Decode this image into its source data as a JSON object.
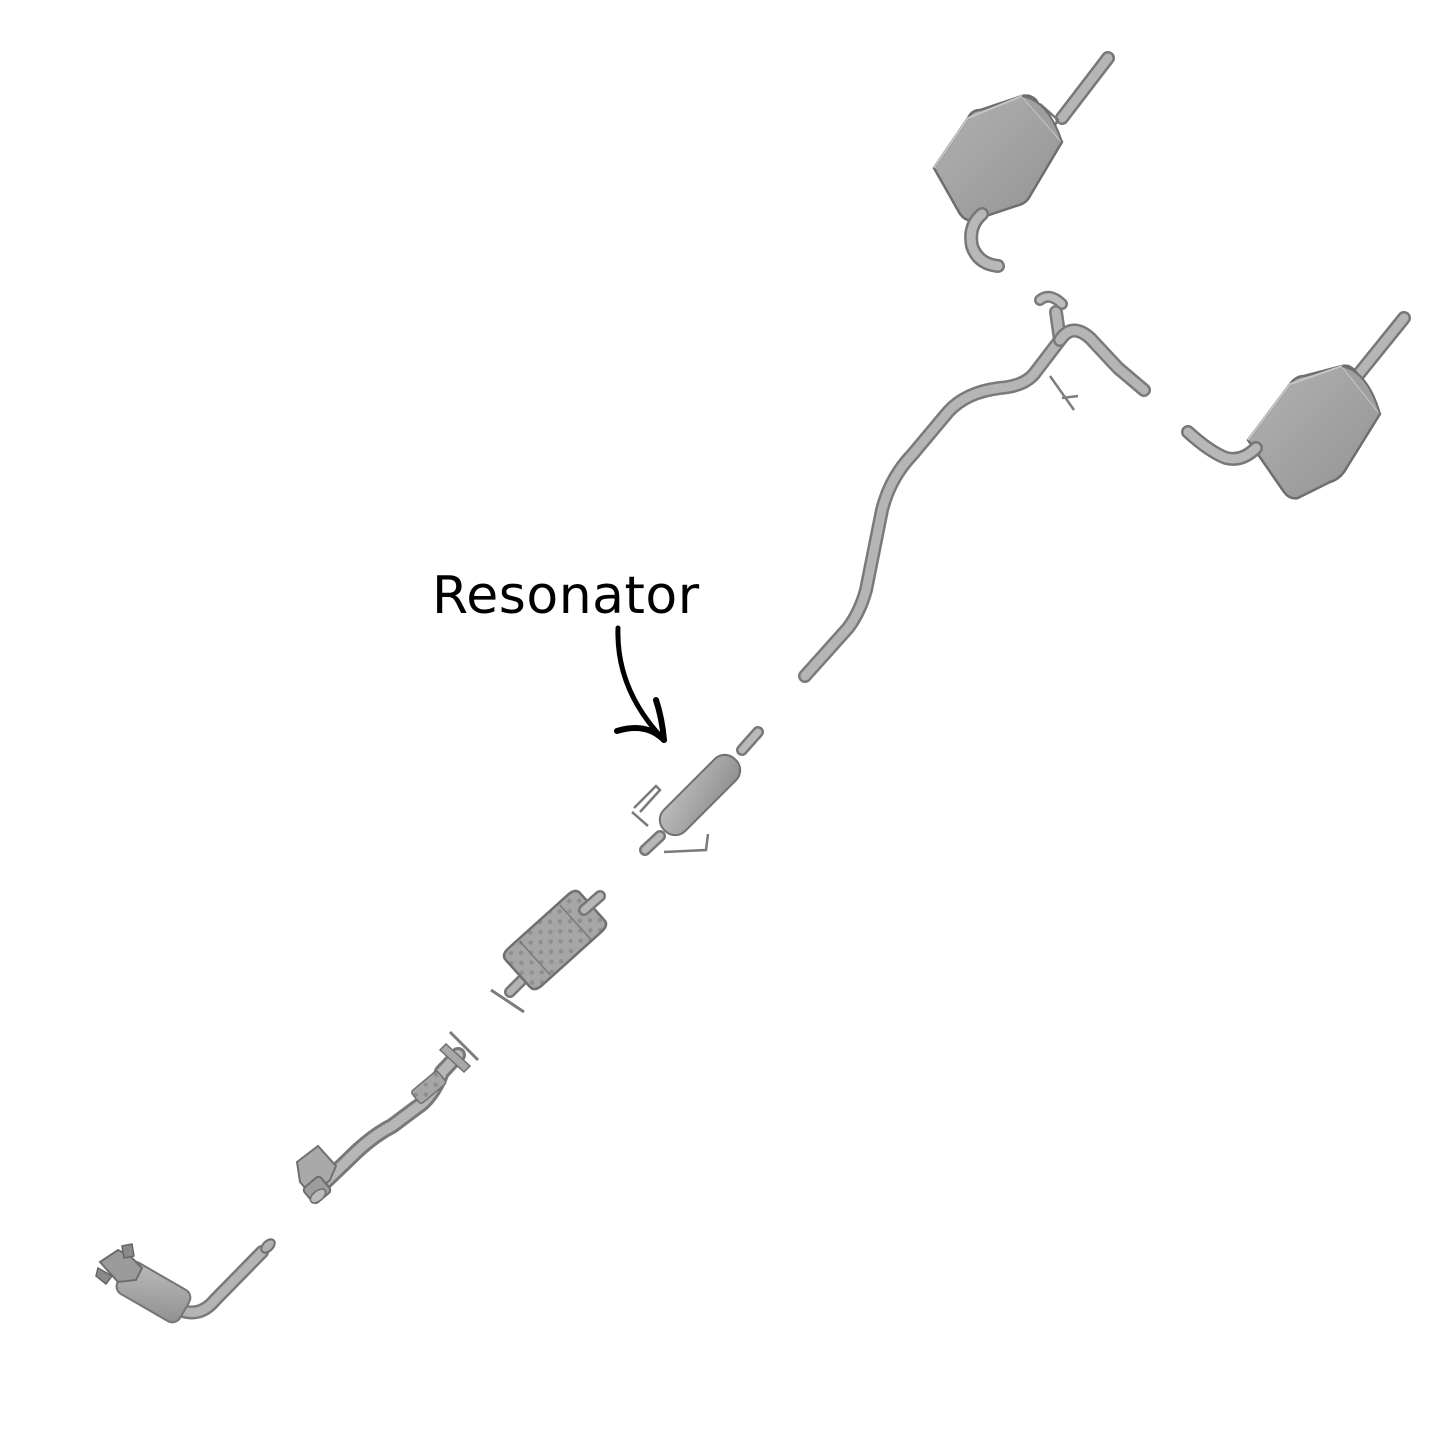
{
  "callout": {
    "label": "Resonator"
  },
  "colors": {
    "background": "#ffffff",
    "metal": "#a4a4a4",
    "metal_dark": "#8a8a8a",
    "metal_light": "#c4c4c4",
    "outline": "#6f6f6f",
    "text": "#000000"
  },
  "components": [
    {
      "name": "front-pipe-with-catalytic-converter"
    },
    {
      "name": "y-pipe"
    },
    {
      "name": "catalytic-converter"
    },
    {
      "name": "resonator"
    },
    {
      "name": "intermediate-pipe-with-y-branch"
    },
    {
      "name": "left-rear-muffler"
    },
    {
      "name": "right-rear-muffler"
    }
  ]
}
